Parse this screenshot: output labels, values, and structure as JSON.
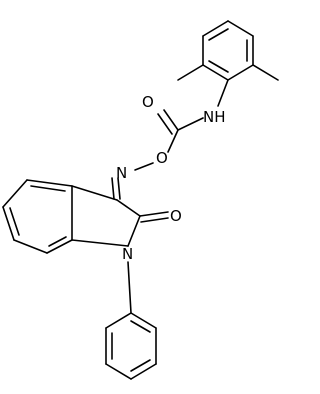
{
  "molecule": {
    "atom_labels": {
      "carbonyl_O": "O",
      "carbamate_NH": "NH",
      "ester_O": "O",
      "oxime_N": "N",
      "lactam_O": "O",
      "indole_N": "N"
    },
    "colors": {
      "bond": "#000000",
      "text": "#000000",
      "background": "#ffffff"
    }
  }
}
